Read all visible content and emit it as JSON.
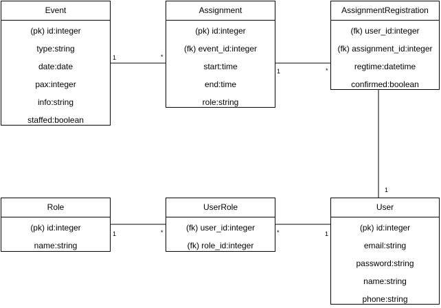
{
  "entities": {
    "event": {
      "name": "Event",
      "attributes": [
        "(pk) id:integer",
        "type:string",
        "date:date",
        "pax:integer",
        "info:string",
        "staffed:boolean"
      ]
    },
    "assignment": {
      "name": "Assignment",
      "attributes": [
        "(pk) id:integer",
        "(fk) event_id:integer",
        "start:time",
        "end:time",
        "role:string"
      ]
    },
    "assignment_registration": {
      "name": "AssignmentRegistration",
      "attributes": [
        "(fk) user_id:integer",
        "(fk) assignment_id:integer",
        "regtime:datetime",
        "confirmed:boolean"
      ]
    },
    "role": {
      "name": "Role",
      "attributes": [
        "(pk) id:integer",
        "name:string"
      ]
    },
    "user_role": {
      "name": "UserRole",
      "attributes": [
        "(fk) user_id:integer",
        "(fk) role_id:integer"
      ]
    },
    "user": {
      "name": "User",
      "attributes": [
        "(pk) id:integer",
        "email:string",
        "password:string",
        "name:string",
        "phone:string"
      ]
    }
  },
  "relationships": [
    {
      "from": "event",
      "to": "assignment",
      "from_mult": "1",
      "to_mult": "*"
    },
    {
      "from": "assignment",
      "to": "assignment_registration",
      "from_mult": "1",
      "to_mult": "*"
    },
    {
      "from": "user",
      "to": "assignment_registration",
      "from_mult": "1",
      "to_mult": ""
    },
    {
      "from": "role",
      "to": "user_role",
      "from_mult": "1",
      "to_mult": "*"
    },
    {
      "from": "user",
      "to": "user_role",
      "from_mult": "1",
      "to_mult": "*"
    }
  ],
  "colors": {
    "line": "#000000",
    "box_border": "#000000",
    "background": "#ffffff"
  }
}
